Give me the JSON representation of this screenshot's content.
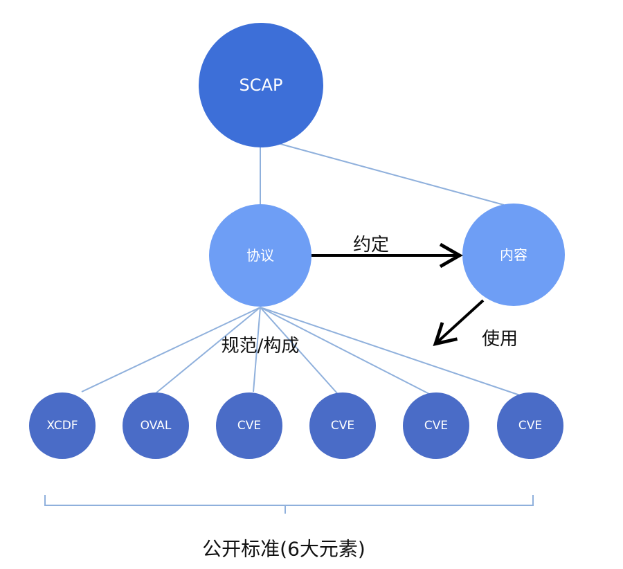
{
  "nodes": {
    "root": {
      "label": "SCAP"
    },
    "protocol": {
      "label": "协议"
    },
    "content": {
      "label": "内容"
    },
    "standards": [
      {
        "label": "XCDF"
      },
      {
        "label": "OVAL"
      },
      {
        "label": "CVE"
      },
      {
        "label": "CVE"
      },
      {
        "label": "CVE"
      },
      {
        "label": "CVE"
      }
    ]
  },
  "edges": {
    "agreement": "约定",
    "use": "使用",
    "compose": "规范/构成"
  },
  "group_label": "公开标准(6大元素)",
  "colors": {
    "root": "#3d6fd8",
    "protocol": "#6e9ef5",
    "content": "#6e9ef5",
    "standard": "#4a6cc7",
    "connector": "#8fb0dc",
    "arrow": "#000000"
  }
}
